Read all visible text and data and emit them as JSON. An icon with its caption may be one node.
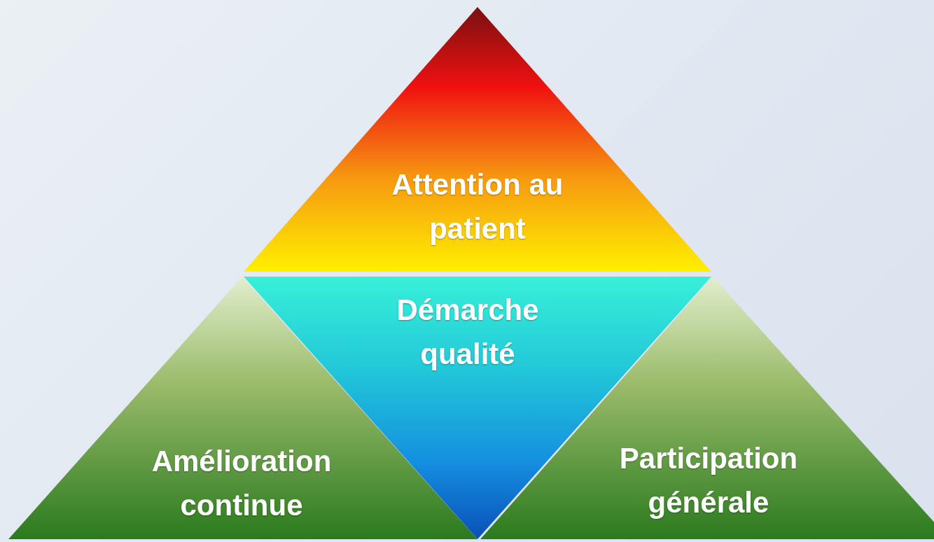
{
  "diagram": {
    "nodes": [
      {
        "text": [
          "Attention au patient"
        ]
      },
      {
        "text": [
          "Démarche qualité"
        ]
      },
      {
        "text": [
          "Amélioration continue"
        ]
      },
      {
        "text": [
          "Participation générale"
        ]
      }
    ]
  }
}
